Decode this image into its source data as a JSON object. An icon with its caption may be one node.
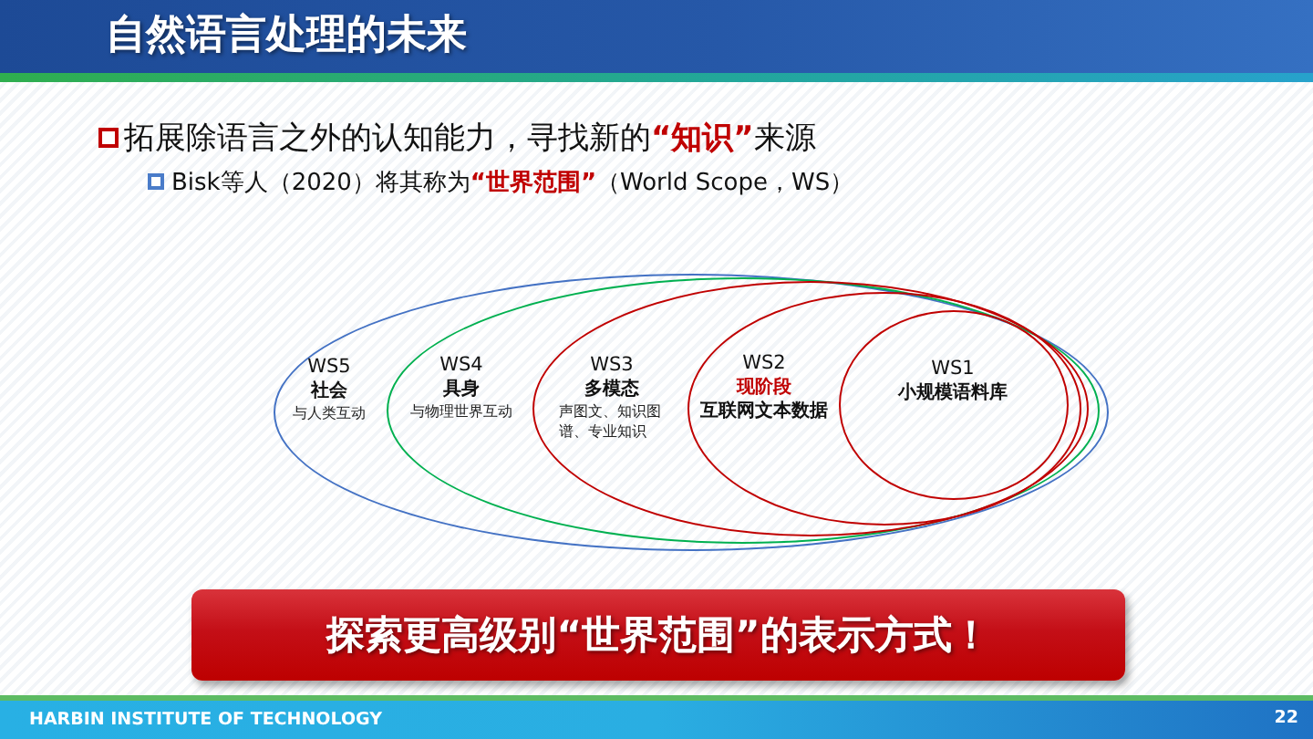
{
  "diagram": {
    "title": "自然语言处理的未来",
    "nodes": [
      {
        "text": [
          "WS5",
          "社会",
          "与人类互动"
        ]
      },
      {
        "text": [
          "WS4",
          "具身",
          "与物理世界互动"
        ],
        "in": 0
      },
      {
        "text": [
          "WS3",
          "多模态",
          "声图文、知识图谱、专业知识"
        ],
        "in": 1
      },
      {
        "text": [
          "WS2",
          "现阶段",
          "互联网文本数据"
        ],
        "in": 2
      },
      {
        "text": [
          "WS1",
          "小规模语料库"
        ],
        "in": 3
      },
      {
        "text": [
          "探索更高级别“世界范围”的表示方式！"
        ]
      }
    ],
    "labels": [
      "拓展除语言之外的认知能力，寻找新的**“知识”**来源",
      "Bisk等人（2020）将其称为**“世界范围”**（World Scope，WS）",
      "HARBIN INSTITUTE OF TECHNOLOGY",
      "22"
    ]
  }
}
